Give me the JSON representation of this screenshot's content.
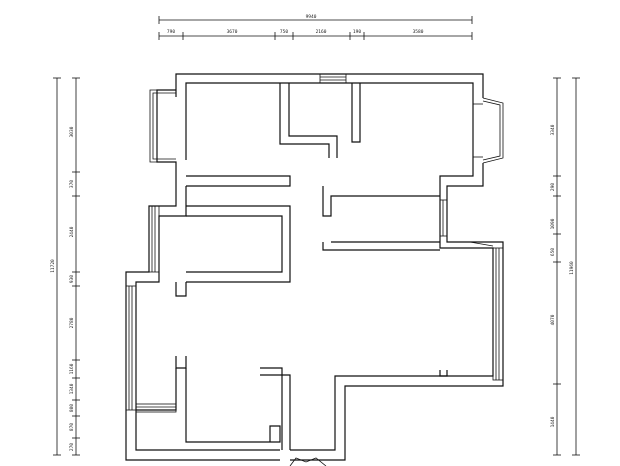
{
  "dimensions": {
    "top_total": "9940",
    "top_segments": [
      "790",
      "3670",
      "750",
      "2160",
      "190",
      "3580"
    ],
    "left_total": "11720",
    "left_segments": [
      "3030",
      "370",
      "2440",
      "930",
      "2780",
      "1160",
      "1340",
      "800",
      "870",
      "270"
    ],
    "right_total": "11960",
    "right_segments": [
      "3340",
      "290",
      "1090",
      "650",
      "4070",
      "1440"
    ]
  }
}
